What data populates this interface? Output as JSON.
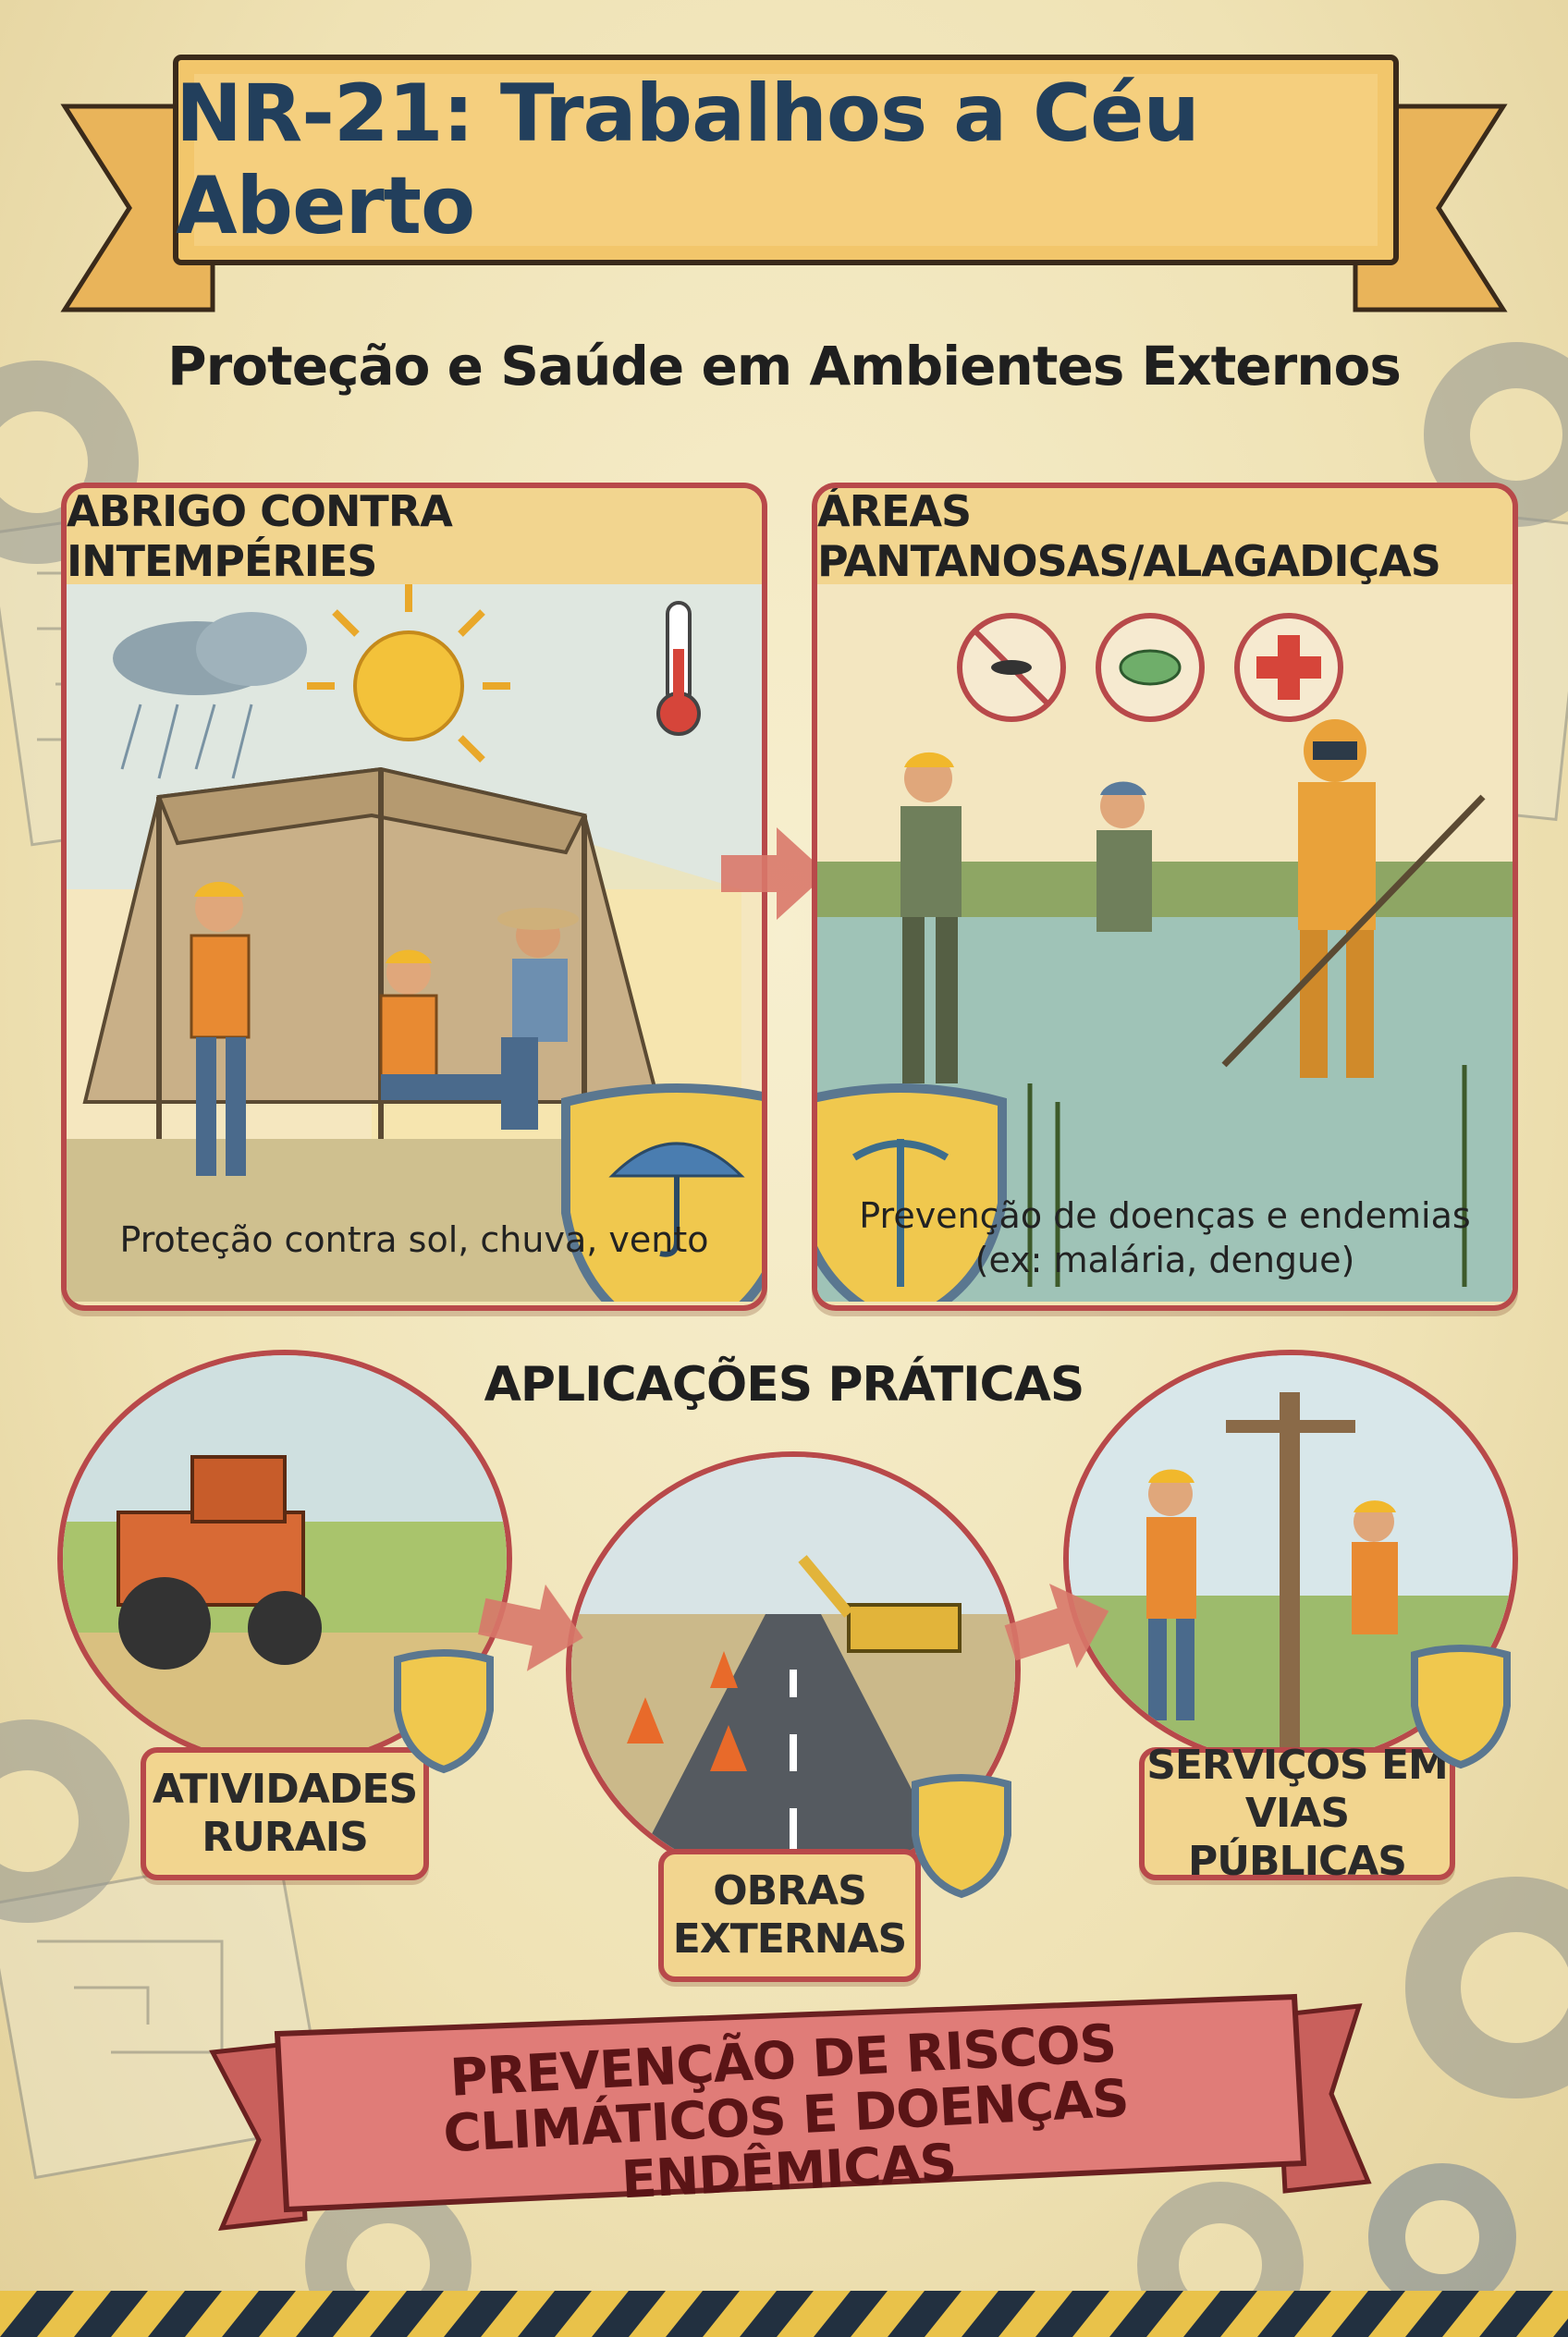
{
  "title": "NR-21: Trabalhos a Céu Aberto",
  "subtitle": "Proteção e Saúde em Ambientes Externos",
  "panels": [
    {
      "heading": "ABRIGO CONTRA INTEMPÉRIES",
      "caption": "Proteção contra sol, chuva, vento"
    },
    {
      "heading": "ÁREAS PANTANOSAS/ALAGADIÇAS",
      "caption_line1": "Prevenção de doenças e endemias",
      "caption_line2": "(ex: malária, dengue)"
    }
  ],
  "applications": {
    "title": "APLICAÇÕES PRÁTICAS",
    "items": [
      {
        "line1": "ATIVIDADES",
        "line2": "RURAIS"
      },
      {
        "line1": "OBRAS",
        "line2": "EXTERNAS"
      },
      {
        "line1": "SERVIÇOS EM",
        "line2": "VIAS PÚBLICAS"
      }
    ]
  },
  "footer_banner": {
    "line1": "PREVENÇÃO DE RISCOS",
    "line2": "CLIMÁTICOS E DOENÇAS ENDÊMICAS"
  },
  "colors": {
    "border": "#b8494a",
    "banner": "#f2c66b",
    "title": "#223f5c",
    "panel_bg": "#f3e4b4",
    "footer_banner": "#e07c78"
  },
  "icons": [
    "cloud-icon",
    "sun-icon",
    "thermometer-icon",
    "umbrella-shield-icon",
    "no-mosquito-icon",
    "bacteria-icon",
    "medical-cross-icon",
    "caduceus-shield-icon",
    "gear-icon",
    "shield-icon",
    "arrow-icon"
  ]
}
